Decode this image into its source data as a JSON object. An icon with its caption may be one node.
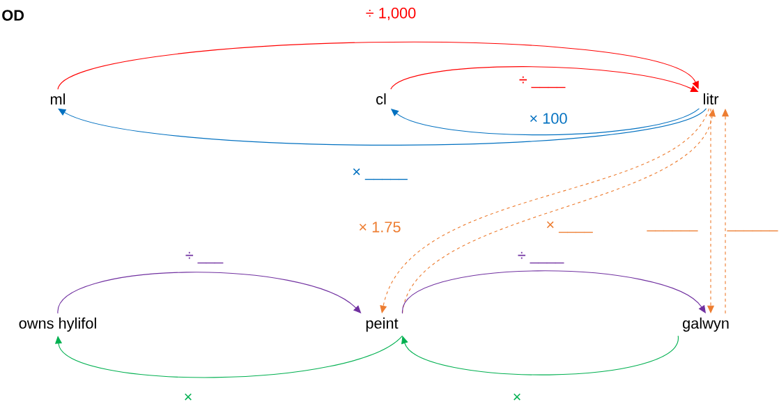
{
  "diagram": {
    "title": "OD",
    "nodes": [
      {
        "text": [
          "ml"
        ]
      },
      {
        "text": [
          "cl"
        ]
      },
      {
        "text": [
          "litr"
        ]
      },
      {
        "text": [
          "owns hylifol"
        ]
      },
      {
        "text": [
          "peint"
        ]
      },
      {
        "text": [
          "galwyn"
        ]
      }
    ],
    "edges": [
      {
        "from": 0,
        "to": 2,
        "arrow": "to",
        "label": "÷ 1,000",
        "color": "#ff0000"
      },
      {
        "from": 1,
        "to": 2,
        "arrow": "to",
        "label": "÷ ____",
        "color": "#ff0000"
      },
      {
        "from": 2,
        "to": 1,
        "arrow": "to",
        "label": "× 100",
        "color": "#0070c0"
      },
      {
        "from": 2,
        "to": 0,
        "arrow": "to",
        "label": "× _____",
        "color": "#0070c0"
      },
      {
        "from": 2,
        "to": 4,
        "arrow": "to",
        "label": "× 1.75",
        "style": "dashed",
        "color": "#ed7d31"
      },
      {
        "from": 4,
        "to": 2,
        "arrow": "to",
        "label": "× ____",
        "style": "dashed",
        "color": "#ed7d31"
      },
      {
        "from": 2,
        "to": 5,
        "arrow": "to",
        "label": "______",
        "style": "dashed",
        "color": "#ed7d31"
      },
      {
        "from": 5,
        "to": 2,
        "arrow": "to",
        "label": "______",
        "style": "dashed",
        "color": "#ed7d31"
      },
      {
        "from": 3,
        "to": 4,
        "arrow": "to",
        "label": "÷ ___",
        "color": "#7030a0"
      },
      {
        "from": 4,
        "to": 5,
        "arrow": "to",
        "label": "÷ ____",
        "color": "#7030a0"
      },
      {
        "from": 4,
        "to": 3,
        "arrow": "to",
        "label": "×",
        "color": "#00b050"
      },
      {
        "from": 5,
        "to": 4,
        "arrow": "to",
        "label": "×",
        "color": "#00b050"
      }
    ]
  }
}
